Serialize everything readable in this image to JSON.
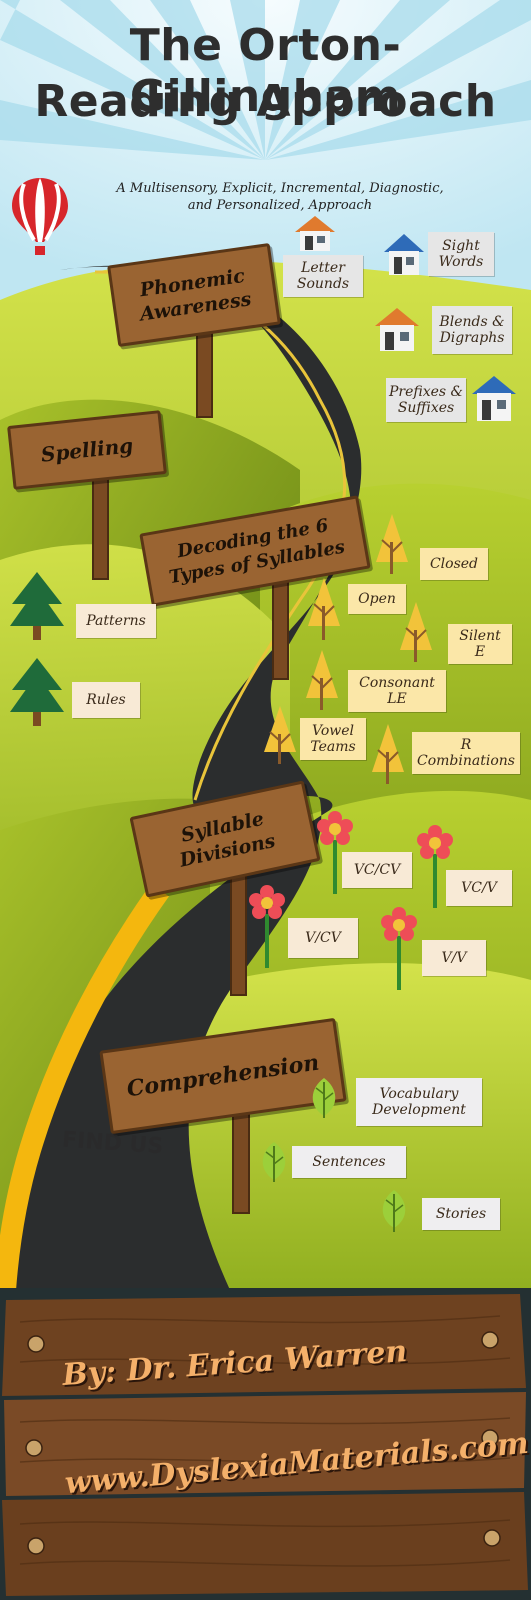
{
  "header": {
    "title_line1": "The Orton-Gillingham",
    "title_line2": "Reading Approach",
    "subtitle_line1": "A Multisensory, Explicit, Incremental, Diagnostic,",
    "subtitle_line2": "and Personalized, Approach"
  },
  "signs": {
    "phonemic_line1": "Phonemic",
    "phonemic_line2": "Awareness",
    "spelling": "Spelling",
    "decoding_line1": "Decoding the 6",
    "decoding_line2": "Types of Syllables",
    "syllable_line1": "Syllable",
    "syllable_line2": "Divisions",
    "comprehension": "Comprehension"
  },
  "phonemic_items": {
    "letter_sounds_1": "Letter",
    "letter_sounds_2": "Sounds",
    "sight_words_1": "Sight",
    "sight_words_2": "Words",
    "blends_1": "Blends &",
    "blends_2": "Digraphs",
    "prefixes_1": "Prefixes &",
    "prefixes_2": "Suffixes"
  },
  "spelling_items": {
    "patterns": "Patterns",
    "rules": "Rules"
  },
  "syllable_types": {
    "closed": "Closed",
    "open": "Open",
    "silent_1": "Silent",
    "silent_2": "E",
    "consonant_1": "Consonant",
    "consonant_2": "LE",
    "vowel_1": "Vowel",
    "vowel_2": "Teams",
    "r_1": "R",
    "r_2": "Combinations"
  },
  "division_items": {
    "vccv": "VC/CV",
    "vcv": "VC/V",
    "v_cv": "V/CV",
    "vv": "V/V"
  },
  "comprehension_items": {
    "vocab_1": "Vocabulary",
    "vocab_2": "Development",
    "sentences": "Sentences",
    "stories": "Stories"
  },
  "watermark": "FIND US",
  "footer": {
    "author": "By: Dr. Erica Warren",
    "website": "www.DyslexiaMaterials.com"
  },
  "colors": {
    "sky": "#d9f1f8",
    "hill_light": "#bcd332",
    "hill_dark": "#7e9a1c",
    "road": "#2b2d2e",
    "road_line": "#f4b70e",
    "sign_wood": "#9a6432",
    "board_wood": "#6e4220"
  }
}
